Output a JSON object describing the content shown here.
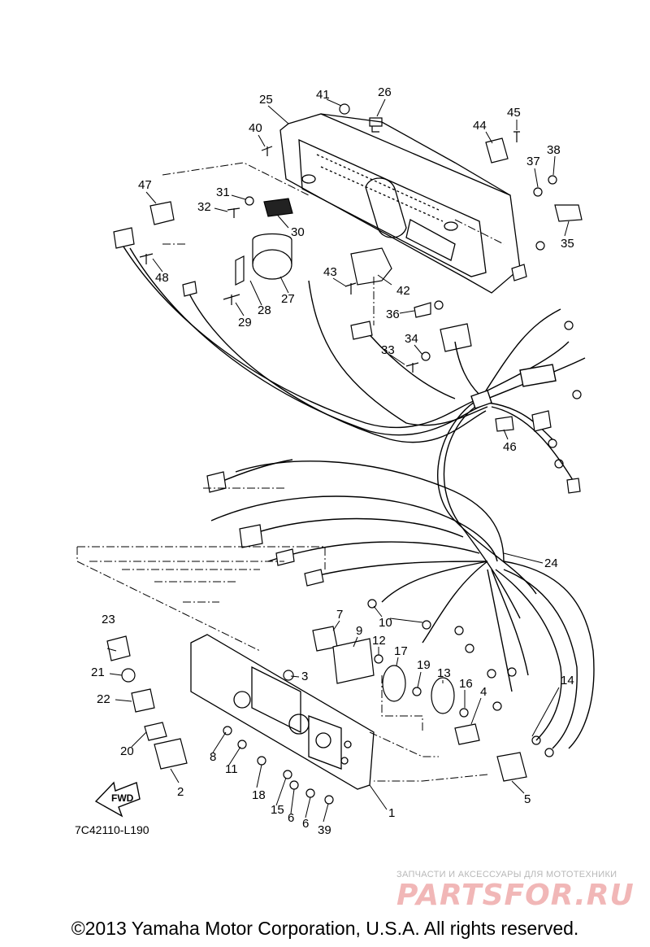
{
  "diagram": {
    "drawing_code": "7C42110-L190",
    "direction_arrow": "FWD",
    "callouts": [
      "1",
      "2",
      "3",
      "4",
      "5",
      "6",
      "6",
      "7",
      "8",
      "9",
      "10",
      "11",
      "12",
      "13",
      "14",
      "15",
      "16",
      "17",
      "18",
      "19",
      "20",
      "21",
      "22",
      "23",
      "24",
      "25",
      "26",
      "27",
      "28",
      "29",
      "30",
      "31",
      "32",
      "33",
      "34",
      "35",
      "36",
      "37",
      "38",
      "39",
      "40",
      "41",
      "42",
      "43",
      "44",
      "45",
      "46",
      "47",
      "48"
    ]
  },
  "footer": {
    "copyright": "©2013 Yamaha Motor Corporation, U.S.A. All rights reserved."
  },
  "watermark": {
    "tagline": "ЗАПЧАСТИ И АКСЕССУАРЫ ДЛЯ МОТОТЕХНИКИ",
    "logo": "PARTSFOR.RU"
  }
}
